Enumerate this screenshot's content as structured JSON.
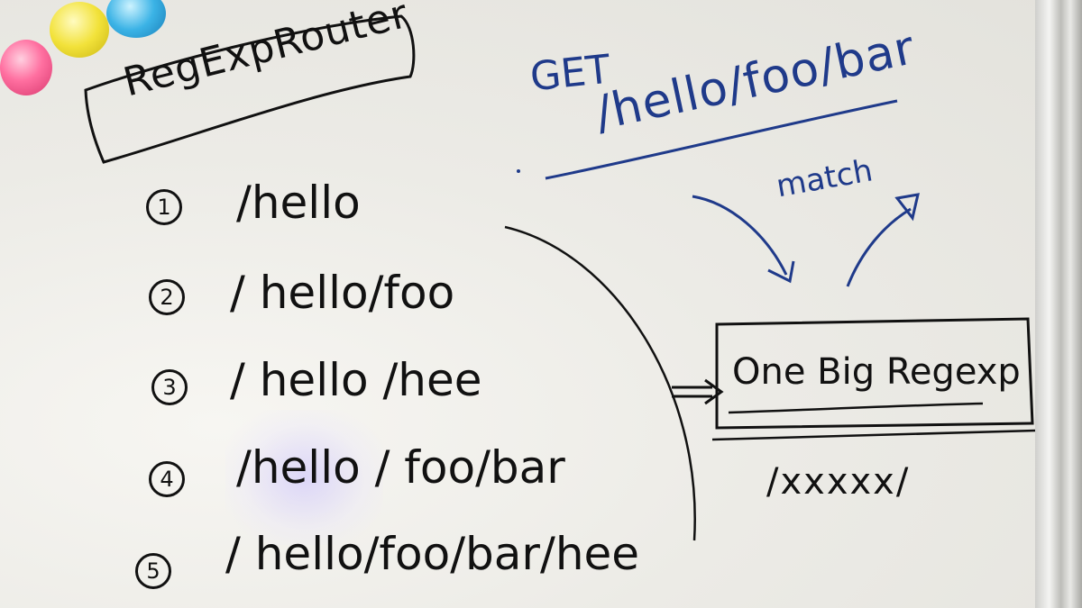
{
  "title": "RegExpRouter",
  "request": {
    "method": "GET",
    "path": "/hello/foo/bar"
  },
  "match_label": "match",
  "routes": [
    {
      "number": "1",
      "path": "/hello"
    },
    {
      "number": "2",
      "path": "/ hello/foo"
    },
    {
      "number": "3",
      "path": "/ hello /hee"
    },
    {
      "number": "4",
      "path": "/hello / foo/bar"
    },
    {
      "number": "5",
      "path": "/ hello/foo/bar/hee"
    }
  ],
  "big_regexp_label": "One Big Regexp",
  "regexp_pattern": "/xxxxx/",
  "colors": {
    "ink_black": "#111111",
    "ink_blue": "#1f3a8a",
    "whiteboard": "#efeee9"
  }
}
